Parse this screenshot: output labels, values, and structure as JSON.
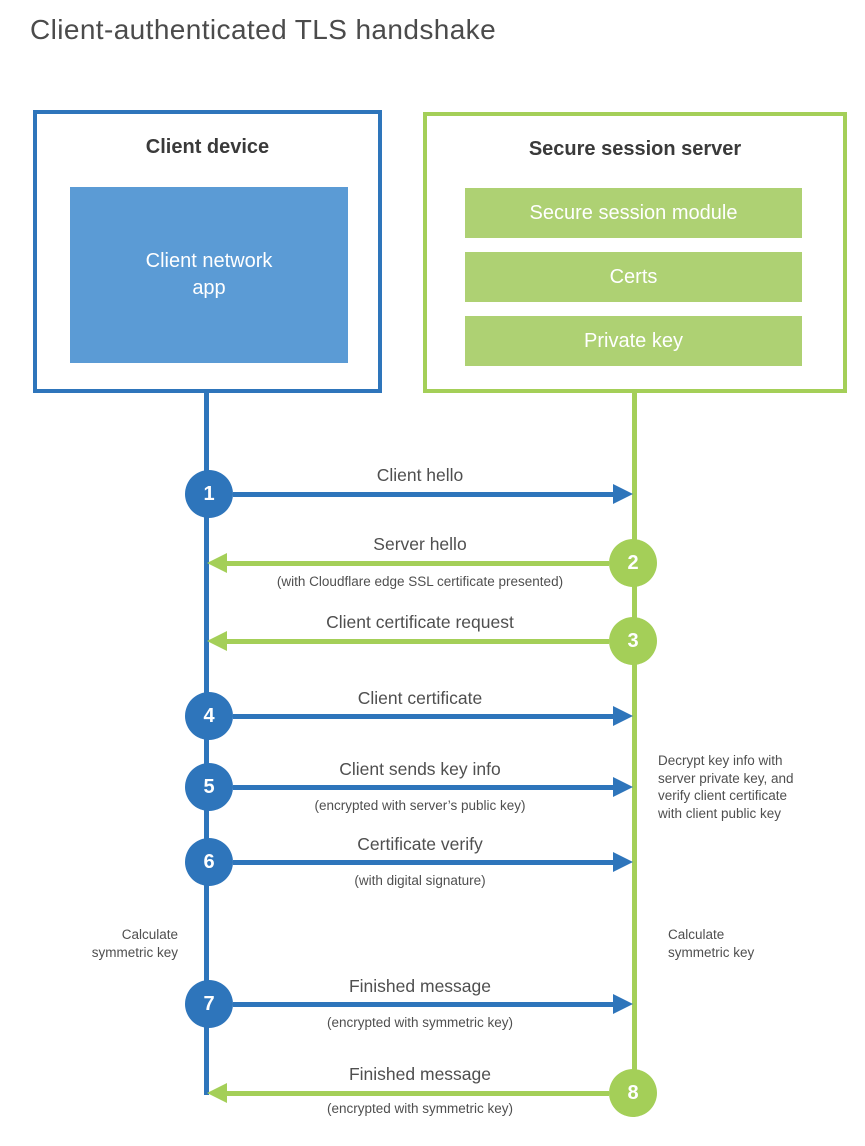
{
  "title": "Client-authenticated TLS handshake",
  "colors": {
    "blue_dark": "#2e75bb",
    "blue_light": "#5b9bd5",
    "green_dark": "#a4cf58",
    "green_light": "#aed173",
    "text_dark": "#3a3a3a",
    "text_gray": "#4f4f4f"
  },
  "client_box": {
    "title": "Client device",
    "app_label": "Client network\napp"
  },
  "server_box": {
    "title": "Secure session server",
    "modules": [
      "Secure session module",
      "Certs",
      "Private key"
    ]
  },
  "steps": [
    {
      "number": "1",
      "label": "Client hello",
      "direction": "right",
      "color": "blue"
    },
    {
      "number": "2",
      "label": "Server hello",
      "sublabel": "(with Cloudflare edge SSL certificate presented)",
      "direction": "left",
      "color": "green"
    },
    {
      "number": "3",
      "label": "Client certificate request",
      "direction": "left",
      "color": "green"
    },
    {
      "number": "4",
      "label": "Client certificate",
      "direction": "right",
      "color": "blue"
    },
    {
      "number": "5",
      "label": "Client sends key info",
      "sublabel": "(encrypted with server’s public key)",
      "direction": "right",
      "color": "blue"
    },
    {
      "number": "6",
      "label": "Certificate verify",
      "sublabel": "(with digital signature)",
      "direction": "right",
      "color": "blue"
    },
    {
      "number": "7",
      "label": "Finished message",
      "sublabel": "(encrypted with symmetric key)",
      "direction": "right",
      "color": "blue"
    },
    {
      "number": "8",
      "label": "Finished message",
      "sublabel": "(encrypted with symmetric key)",
      "direction": "left",
      "color": "green"
    }
  ],
  "annotations": {
    "decrypt_note": "Decrypt key info with\nserver private key, and\nverify client certificate\nwith client public key",
    "calc_left": "Calculate\nsymmetric key",
    "calc_right": "Calculate\nsymmetric key"
  }
}
